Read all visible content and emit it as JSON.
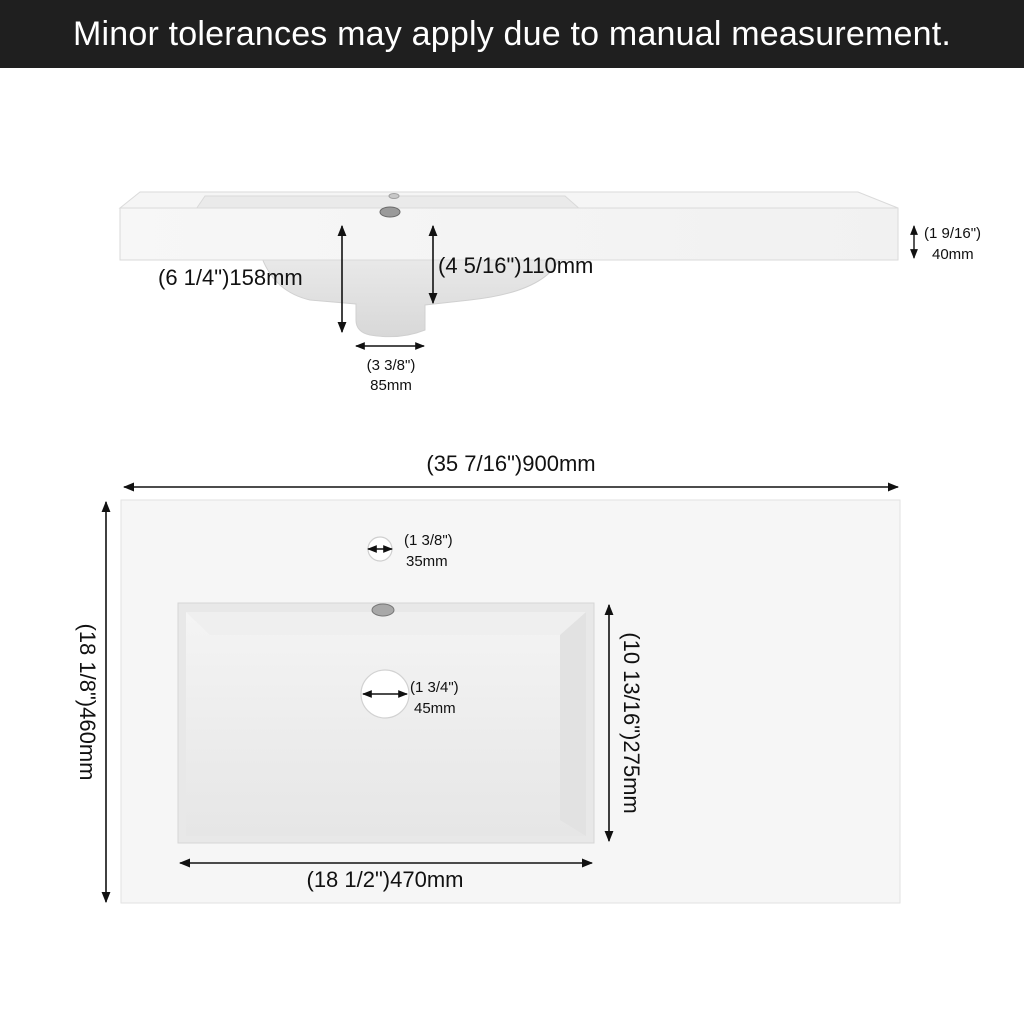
{
  "banner": {
    "text": "Minor tolerances may apply due to manual measurement."
  },
  "side_view": {
    "depth_total": "(6 1/4\")158mm",
    "bowl_depth": "(4 5/16\")110mm",
    "slab_thickness_in": "(1 9/16\")",
    "slab_thickness_mm": "40mm",
    "drain_width_in": "(3 3/8\")",
    "drain_width_mm": "85mm"
  },
  "top_view": {
    "overall_width": "(35 7/16\")900mm",
    "overall_depth": "(18 1/8\")460mm",
    "faucet_hole_in": "(1 3/8\")",
    "faucet_hole_mm": "35mm",
    "drain_hole_in": "(1 3/4\")",
    "drain_hole_mm": "45mm",
    "bowl_width": "(18 1/2\")470mm",
    "bowl_depth": "(10 13/16\")275mm"
  },
  "colors": {
    "banner_bg": "#1f1f1f",
    "banner_text": "#ffffff",
    "arrow": "#111111"
  }
}
